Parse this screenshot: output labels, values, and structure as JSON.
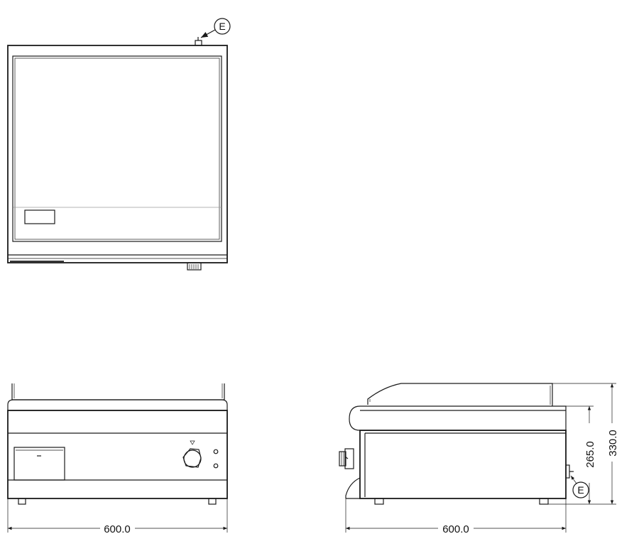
{
  "title": "",
  "views": {
    "top": {
      "connection_label": "E"
    },
    "front": {
      "width_dimension": "600.0"
    },
    "side": {
      "width_dimension": "600.0",
      "height_body_dimension": "265.0",
      "height_total_dimension": "330.0",
      "connection_label": "E"
    }
  }
}
